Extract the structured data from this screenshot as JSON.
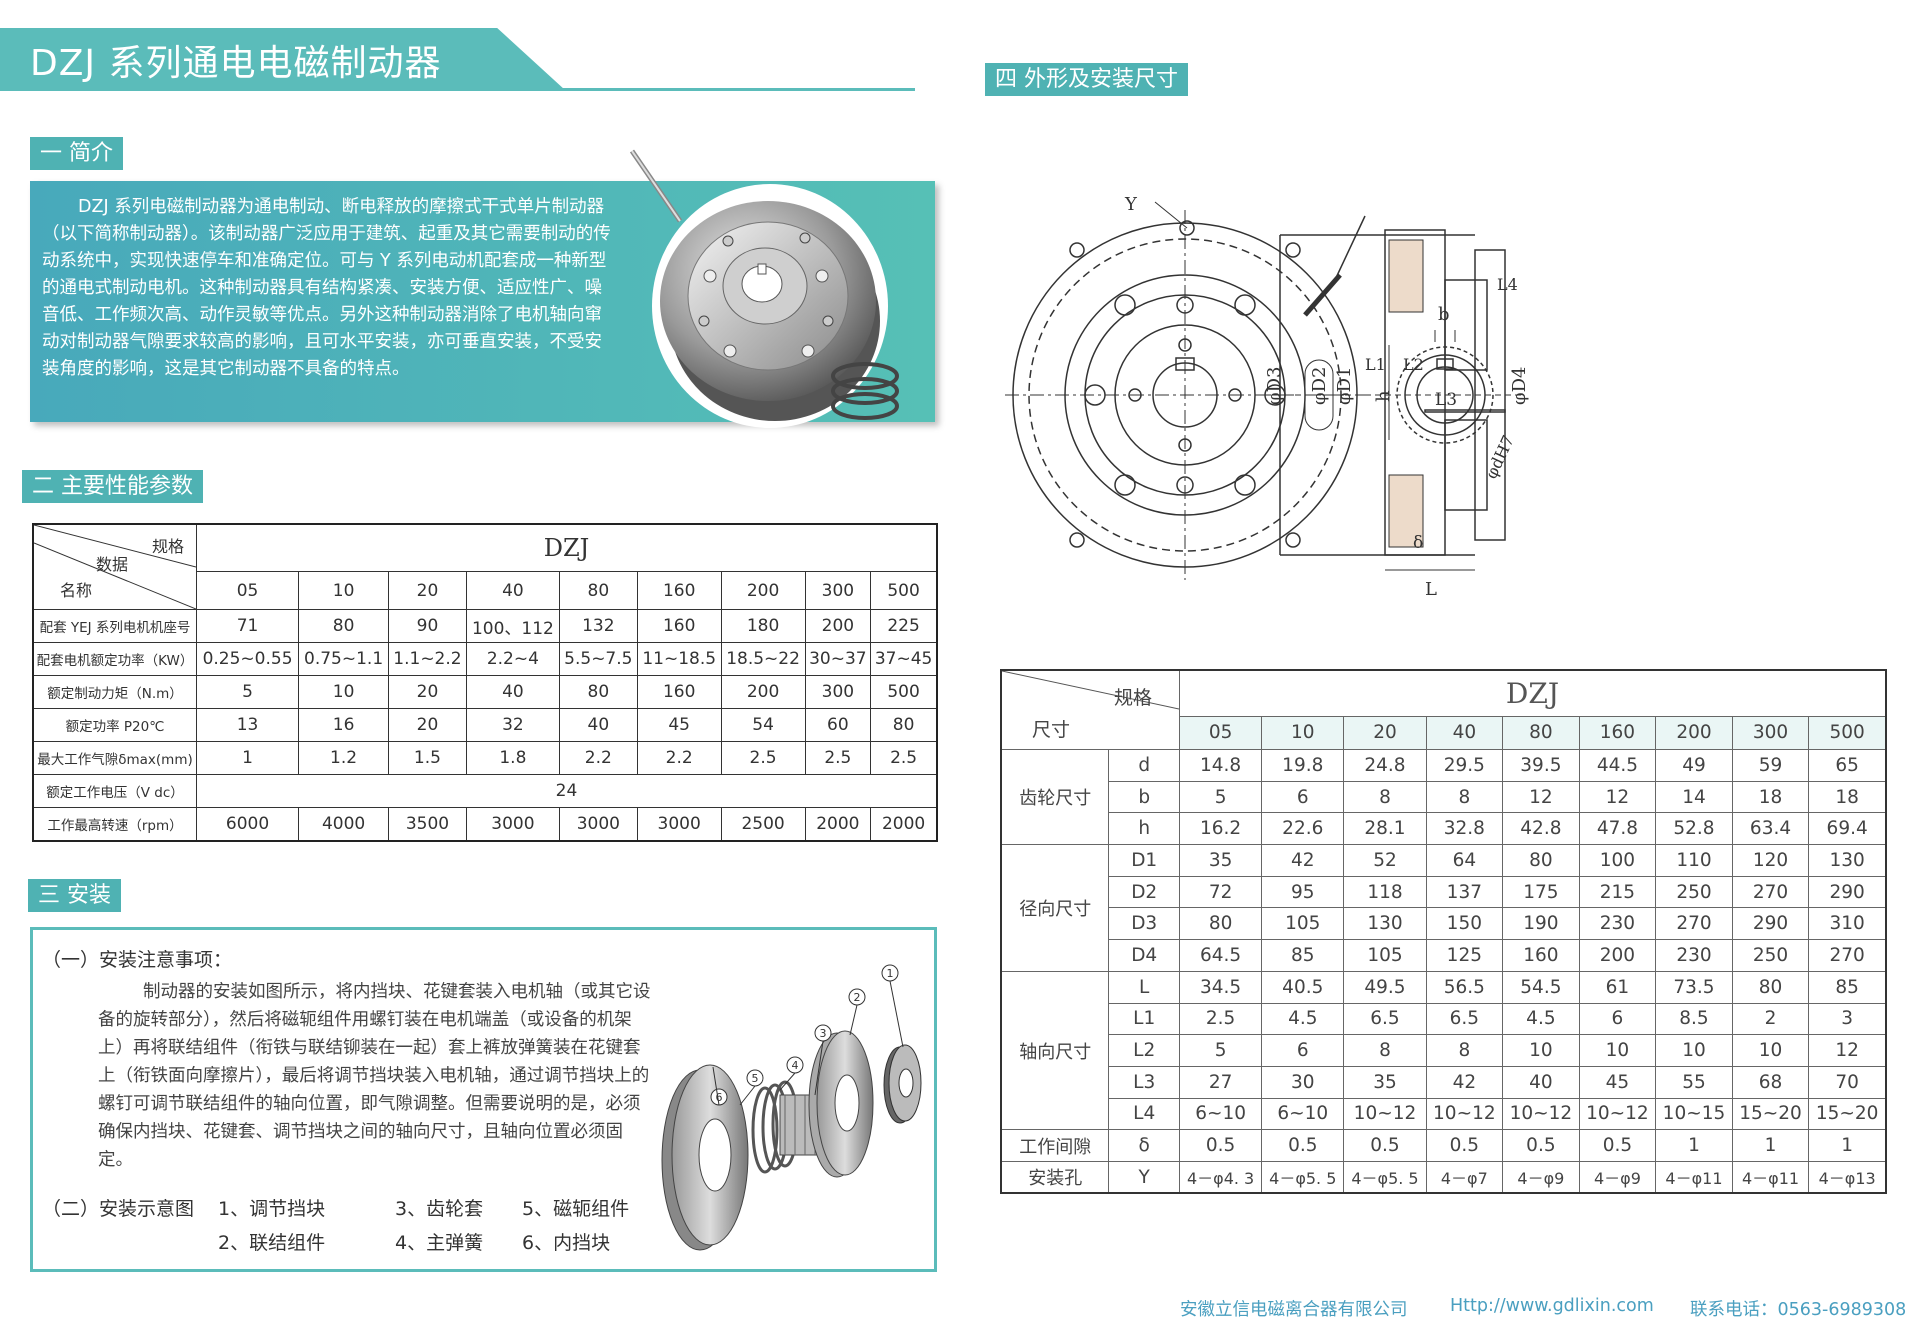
{
  "header": {
    "title": "DZJ 系列通电电磁制动器"
  },
  "sections": {
    "intro": "一 简介",
    "params": "二 主要性能参数",
    "install": "三 安装",
    "dimensions": "四 外形及安装尺寸"
  },
  "intro_text": "DZJ 系列电磁制动器为通电制动、断电释放的摩擦式干式单片制动器（以下简称制动器）。该制动器广泛应用于建筑、起重及其它需要制动的传动系统中，实现快速停车和准确定位。可与 Y 系列电动机配套成一种新型的通电式制动电机。这种制动器具有结构紧凑、安装方便、适应性广、噪音低、工作频次高、动作灵敏等优点。另外这种制动器消除了电机轴向窜动对制动器气隙要求较高的影响，且可水平安装，亦可垂直安装，不受安装角度的影响，这是其它制动器不具备的特点。",
  "perf_table": {
    "corner_spec": "规格",
    "corner_data": "数据",
    "corner_name": "名称",
    "model": "DZJ",
    "sizes": [
      "05",
      "10",
      "20",
      "40",
      "80",
      "160",
      "200",
      "300",
      "500"
    ],
    "rows": [
      {
        "label": "配套 YEJ 系列电机机座号",
        "values": [
          "71",
          "80",
          "90",
          "100、112",
          "132",
          "160",
          "180",
          "200",
          "225"
        ]
      },
      {
        "label": "配套电机额定功率（KW）",
        "values": [
          "0.25~0.55",
          "0.75~1.1",
          "1.1~2.2",
          "2.2~4",
          "5.5~7.5",
          "11~18.5",
          "18.5~22",
          "30~37",
          "37~45"
        ]
      },
      {
        "label": "额定制动力矩（N.m）",
        "values": [
          "5",
          "10",
          "20",
          "40",
          "80",
          "160",
          "200",
          "300",
          "500"
        ]
      },
      {
        "label": "额定功率 P20℃",
        "values": [
          "13",
          "16",
          "20",
          "32",
          "40",
          "45",
          "54",
          "60",
          "80"
        ]
      },
      {
        "label": "最大工作气隙δmax(mm)",
        "values": [
          "1",
          "1.2",
          "1.5",
          "1.8",
          "2.2",
          "2.2",
          "2.5",
          "2.5",
          "2.5"
        ]
      },
      {
        "label": "额定工作电压（V dc）",
        "merged": "24"
      },
      {
        "label": "工作最高转速（rpm）",
        "values": [
          "6000",
          "4000",
          "3500",
          "3000",
          "3000",
          "3000",
          "2500",
          "2000",
          "2000"
        ]
      }
    ]
  },
  "install": {
    "heading1": "（一）安装注意事项：",
    "notes": "制动器的安装如图所示，将内挡块、花键套装入电机轴（或其它设备的旋转部分），然后将磁轭组件用螺钉装在电机端盖（或设备的机架上）再将联结组件（衔铁与联结铆装在一起）套上裤放弹簧装在花键套上（衔铁面向摩擦片），最后将调节挡块装入电机轴，通过调节挡块上的螺钉可调节联结组件的轴向位置，即气隙调整。但需要说明的是，必须确保内挡块、花键套、调节挡块之间的轴向尺寸，且轴向位置必须固定。",
    "heading2": "（二）安装示意图",
    "legend": [
      "1、调节挡块",
      "2、联结组件",
      "3、齿轮套",
      "4、主弹簧",
      "5、磁轭组件",
      "6、内挡块"
    ],
    "callouts": [
      "1",
      "2",
      "3",
      "4",
      "5",
      "6"
    ]
  },
  "drawing": {
    "labels": [
      "Y",
      "b",
      "h",
      "φdH7",
      "φD3",
      "φD2",
      "φD1",
      "φD4",
      "L1",
      "L2",
      "L3",
      "L4",
      "δ",
      "L"
    ]
  },
  "dim_table": {
    "corner_spec": "规格",
    "corner_dim": "尺寸",
    "model": "DZJ",
    "sizes": [
      "05",
      "10",
      "20",
      "40",
      "80",
      "160",
      "200",
      "300",
      "500"
    ],
    "groups": [
      {
        "name": "齿轮尺寸",
        "rows": [
          {
            "sym": "d",
            "values": [
              "14.8",
              "19.8",
              "24.8",
              "29.5",
              "39.5",
              "44.5",
              "49",
              "59",
              "65"
            ]
          },
          {
            "sym": "b",
            "values": [
              "5",
              "6",
              "8",
              "8",
              "12",
              "12",
              "14",
              "18",
              "18"
            ]
          },
          {
            "sym": "h",
            "values": [
              "16.2",
              "22.6",
              "28.1",
              "32.8",
              "42.8",
              "47.8",
              "52.8",
              "63.4",
              "69.4"
            ]
          }
        ]
      },
      {
        "name": "径向尺寸",
        "rows": [
          {
            "sym": "D1",
            "values": [
              "35",
              "42",
              "52",
              "64",
              "80",
              "100",
              "110",
              "120",
              "130"
            ]
          },
          {
            "sym": "D2",
            "values": [
              "72",
              "95",
              "118",
              "137",
              "175",
              "215",
              "250",
              "270",
              "290"
            ]
          },
          {
            "sym": "D3",
            "values": [
              "80",
              "105",
              "130",
              "150",
              "190",
              "230",
              "270",
              "290",
              "310"
            ]
          },
          {
            "sym": "D4",
            "values": [
              "64.5",
              "85",
              "105",
              "125",
              "160",
              "200",
              "230",
              "250",
              "270"
            ]
          }
        ]
      },
      {
        "name": "轴向尺寸",
        "rows": [
          {
            "sym": "L",
            "values": [
              "34.5",
              "40.5",
              "49.5",
              "56.5",
              "54.5",
              "61",
              "73.5",
              "80",
              "85"
            ]
          },
          {
            "sym": "L1",
            "values": [
              "2.5",
              "4.5",
              "6.5",
              "6.5",
              "4.5",
              "6",
              "8.5",
              "2",
              "3"
            ]
          },
          {
            "sym": "L2",
            "values": [
              "5",
              "6",
              "8",
              "8",
              "10",
              "10",
              "10",
              "10",
              "12"
            ]
          },
          {
            "sym": "L3",
            "values": [
              "27",
              "30",
              "35",
              "42",
              "40",
              "45",
              "55",
              "68",
              "70"
            ]
          },
          {
            "sym": "L4",
            "values": [
              "6~10",
              "6~10",
              "10~12",
              "10~12",
              "10~12",
              "10~12",
              "10~15",
              "15~20",
              "15~20"
            ]
          }
        ]
      },
      {
        "name": "工作间隙",
        "rows": [
          {
            "sym": "δ",
            "values": [
              "0.5",
              "0.5",
              "0.5",
              "0.5",
              "0.5",
              "0.5",
              "1",
              "1",
              "1"
            ]
          }
        ]
      },
      {
        "name": "安装孔",
        "rows": [
          {
            "sym": "Y",
            "values": [
              "4－φ4. 3",
              "4－φ5. 5",
              "4－φ5. 5",
              "4－φ7",
              "4－φ9",
              "4－φ9",
              "4－φ11",
              "4－φ11",
              "4－φ13"
            ]
          }
        ]
      }
    ]
  },
  "footer": {
    "company": "安徽立信电磁离合器有限公司",
    "url": "Http://www.gdlixin.com",
    "phone": "联系电话：0563-6989308"
  },
  "colors": {
    "accent": "#5bbcba",
    "footer_text": "#4a9fc0"
  }
}
